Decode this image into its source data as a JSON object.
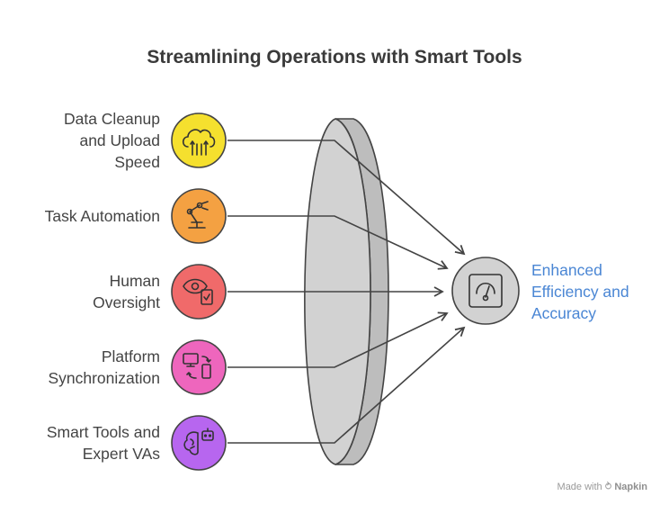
{
  "title": "Streamlining Operations with Smart Tools",
  "inputs": [
    {
      "lines": [
        "Data Cleanup",
        "and Upload",
        "Speed"
      ],
      "icon": "cloud-upload-icon",
      "color": "#f5e02e"
    },
    {
      "lines": [
        "Task Automation"
      ],
      "icon": "robot-arm-icon",
      "color": "#f4a142"
    },
    {
      "lines": [
        "Human",
        "Oversight"
      ],
      "icon": "eye-checklist-icon",
      "color": "#f06a6a"
    },
    {
      "lines": [
        "Platform",
        "Synchronization"
      ],
      "icon": "device-sync-icon",
      "color": "#ee66bd"
    },
    {
      "lines": [
        "Smart Tools and",
        "Expert VAs"
      ],
      "icon": "brain-robot-icon",
      "color": "#b766ef"
    }
  ],
  "outcome": {
    "lines": [
      "Enhanced",
      "Efficiency and",
      "Accuracy"
    ],
    "icon": "gauge-icon",
    "color": "#4a86d4"
  },
  "lens": {
    "fill": "#d2d2d2",
    "stroke": "#444444"
  },
  "footer": {
    "prefix": "Made with",
    "brand": "Napkin"
  }
}
